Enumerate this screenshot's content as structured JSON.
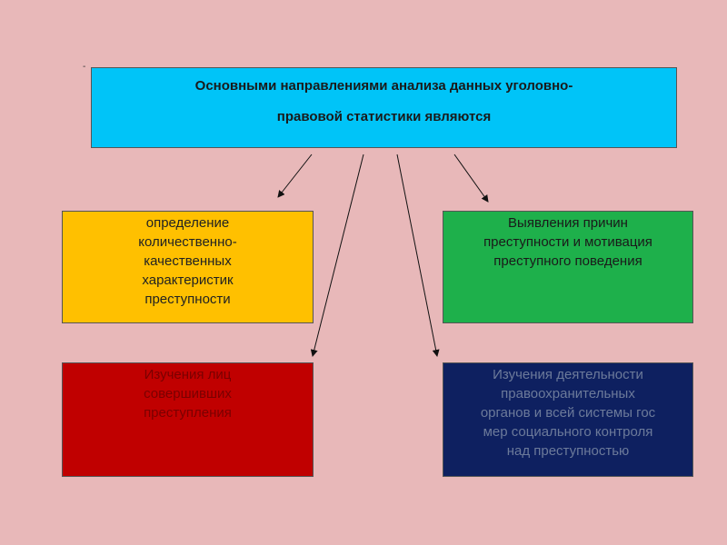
{
  "title_lines": [
    "Основными направлениями анализа данных уголовно-",
    "правовой статистики являются"
  ],
  "boxes": {
    "top_left": [
      "определение",
      "количественно-",
      "качественных",
      "характеристик",
      "преступности"
    ],
    "top_right": [
      "Выявления причин",
      "преступности и мотивация",
      "преступного поведения"
    ],
    "bottom_left": [
      "Изучения лиц",
      "совершивших",
      "преступления"
    ],
    "bottom_right": [
      "Изучения деятельности",
      "правоохранительных",
      "органов и всей системы гос",
      "мер социального контроля",
      "над преступностью"
    ]
  },
  "colors": {
    "background": "#e8b8b9",
    "title_box": "#00c4f8",
    "top_left": "#ffc000",
    "top_right": "#1eb04b",
    "bottom_left": "#c00000",
    "bottom_right": "#0e2060"
  }
}
